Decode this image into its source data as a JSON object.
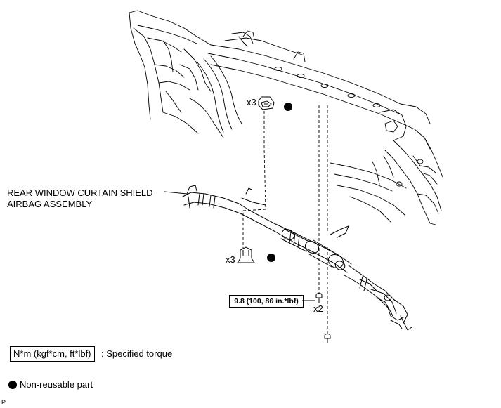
{
  "diagram": {
    "part_label_line1": "REAR WINDOW CURTAIN SHIELD",
    "part_label_line2": "AIRBAG ASSEMBLY",
    "clip_upper_qty": "x3",
    "clip_lower_qty": "x3",
    "bolt_qty": "x2",
    "torque_value": "9.8 (100, 86 in.*lbf)"
  },
  "legend": {
    "torque_units": "N*m (kgf*cm, ft*lbf)",
    "torque_desc": ": Specified torque",
    "nonreusable_desc": "Non-reusable part"
  },
  "footer": {
    "code": "P"
  },
  "colors": {
    "line": "#000000",
    "background": "#ffffff"
  }
}
